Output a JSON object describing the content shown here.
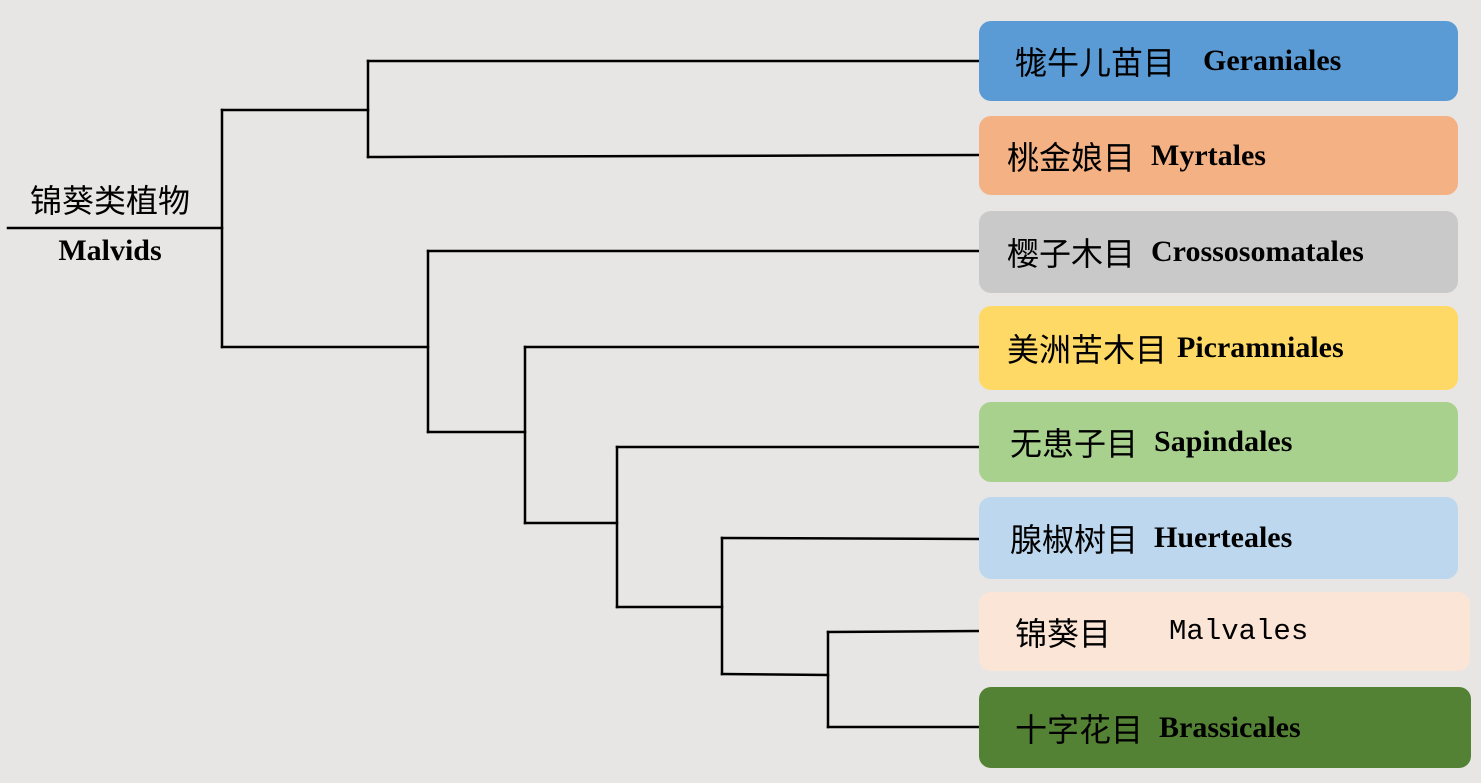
{
  "root": {
    "name_zh": "锦葵类植物",
    "name_en": "Malvids"
  },
  "orders": [
    {
      "name_zh": "牻牛儿苗目",
      "name_en": "Geraniales",
      "color": "#5b9bd5"
    },
    {
      "name_zh": "桃金娘目",
      "name_en": "Myrtales",
      "color": "#f4b183"
    },
    {
      "name_zh": "樱子木目",
      "name_en": "Crossosomatales",
      "color": "#c9c9c9"
    },
    {
      "name_zh": "美洲苦木目",
      "name_en": "Picramniales",
      "color": "#ffd966"
    },
    {
      "name_zh": "无患子目",
      "name_en": "Sapindales",
      "color": "#a9d18e"
    },
    {
      "name_zh": "腺椒树目",
      "name_en": "Huerteales",
      "color": "#bdd7ee"
    },
    {
      "name_zh": "锦葵目",
      "name_en": "Malvales",
      "color": "#fbe5d6"
    },
    {
      "name_zh": "十字花目",
      "name_en": "Brassicales",
      "color": "#548235"
    }
  ]
}
